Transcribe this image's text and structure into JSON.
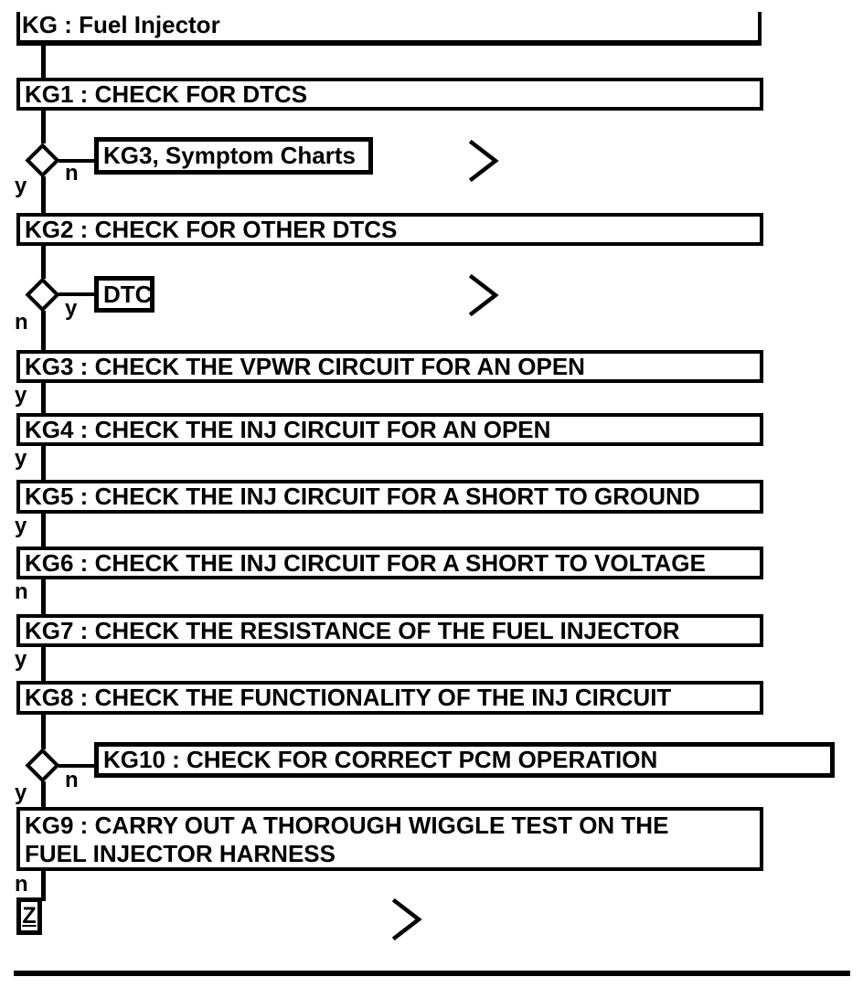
{
  "colors": {
    "ink": "#000000",
    "paper": "#ffffff"
  },
  "title": "KG : Fuel Injector",
  "steps": {
    "kg1": "KG1 : CHECK FOR DTCS",
    "kg2": "KG2 : CHECK FOR OTHER DTCS",
    "kg3": "KG3 : CHECK THE VPWR CIRCUIT FOR AN OPEN",
    "kg4": "KG4 : CHECK THE INJ CIRCUIT FOR AN OPEN",
    "kg5": "KG5 : CHECK THE INJ CIRCUIT FOR A SHORT TO GROUND",
    "kg6": "KG6 : CHECK THE INJ CIRCUIT FOR A SHORT TO VOLTAGE",
    "kg7": "KG7 : CHECK THE RESISTANCE OF THE FUEL INJECTOR",
    "kg8": "KG8 : CHECK THE FUNCTIONALITY OF THE INJ CIRCUIT",
    "kg9": {
      "line1": "KG9 : CARRY OUT A THOROUGH WIGGLE TEST ON THE",
      "line2": "FUEL INJECTOR HARNESS"
    }
  },
  "branches": {
    "symptom_charts": "KG3, Symptom Charts",
    "dtc": "DTC",
    "kg10": "KG10 : CHECK FOR CORRECT PCM OPERATION",
    "offpage_z": "Z"
  },
  "edges": {
    "d1_yes": "y",
    "d1_no": "n",
    "d2_no": "n",
    "d2_yes": "y",
    "kg3_out": "y",
    "kg4_out": "y",
    "kg5_out": "y",
    "kg6_out": "n",
    "kg7_out": "y",
    "d3_yes": "y",
    "d3_no": "n",
    "kg9_out": "n"
  }
}
